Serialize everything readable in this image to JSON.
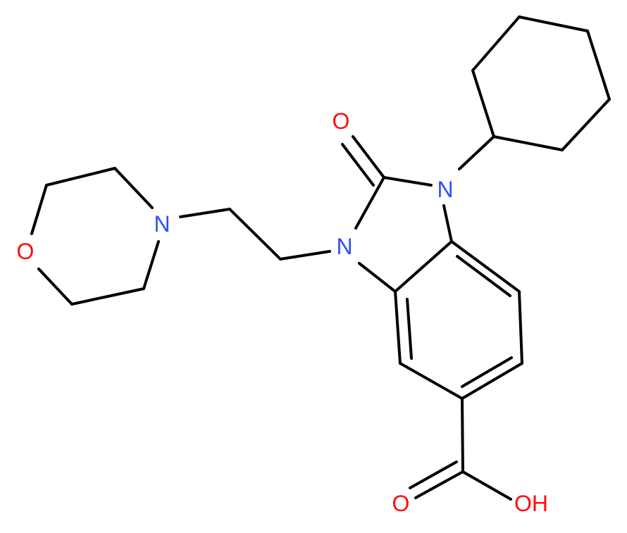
{
  "colors": {
    "background": "#ffffff",
    "bond": "#000000",
    "nitrogen": "#3050f8",
    "oxygen": "#ff0d0d"
  },
  "atoms": {
    "O_carbonyl": "O",
    "N1": "N",
    "N3": "N",
    "N_morpholine": "N",
    "O_morpholine": "O",
    "O_acid_double": "O",
    "OH_acid": "OH"
  }
}
